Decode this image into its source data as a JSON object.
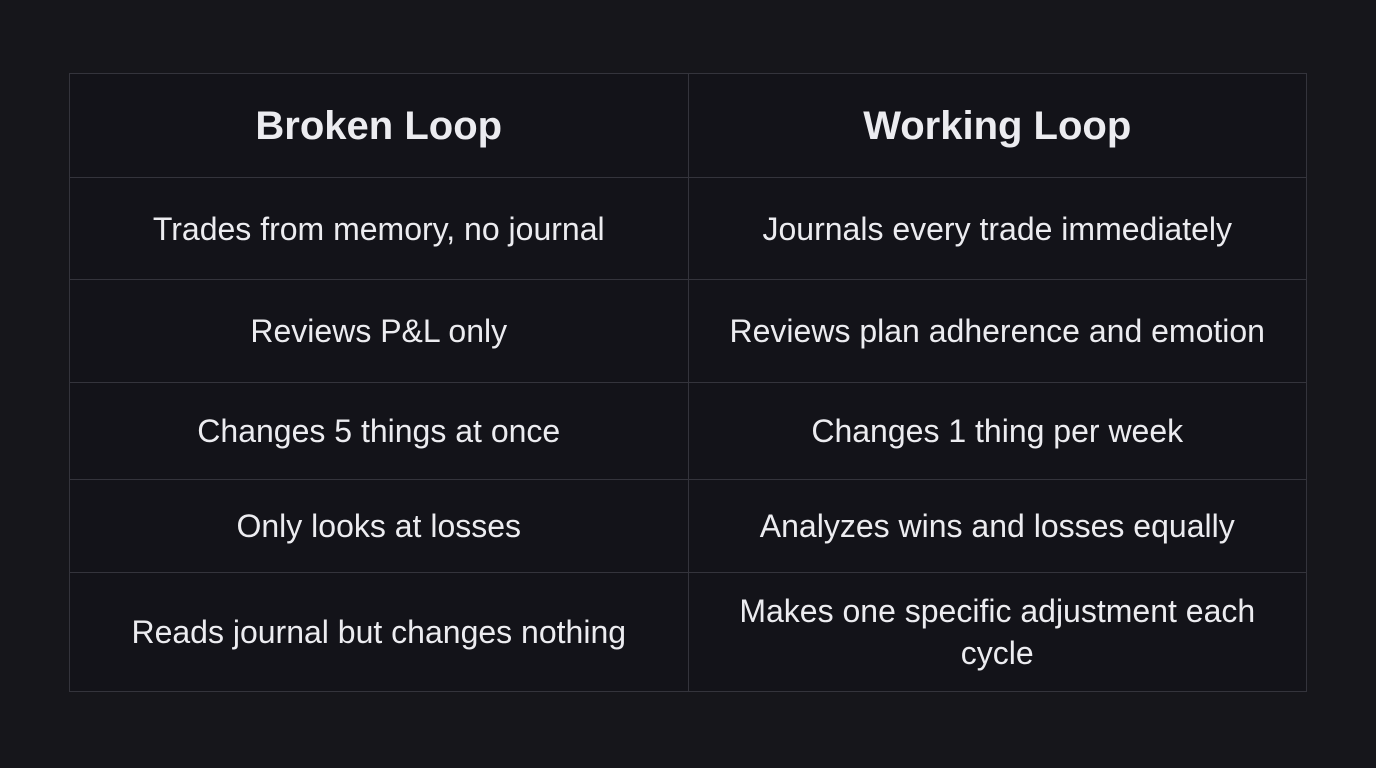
{
  "headers": {
    "broken": "Broken Loop",
    "working": "Working Loop"
  },
  "colors": {
    "broken": "#d0555f",
    "working": "#8466dc",
    "text": "#ececf0",
    "background": "#16161b"
  },
  "rows": [
    {
      "broken": "Trades from memory, no journal",
      "working": "Journals every trade immediately"
    },
    {
      "broken": "Reviews P&L only",
      "working": "Reviews plan adherence and emotion"
    },
    {
      "broken": "Changes 5 things at once",
      "working": "Changes 1 thing per week"
    },
    {
      "broken": "Only looks at losses",
      "working": "Analyzes wins and losses equally"
    },
    {
      "broken": "Reads journal but changes nothing",
      "working": "Makes one specific adjustment each cycle"
    }
  ]
}
